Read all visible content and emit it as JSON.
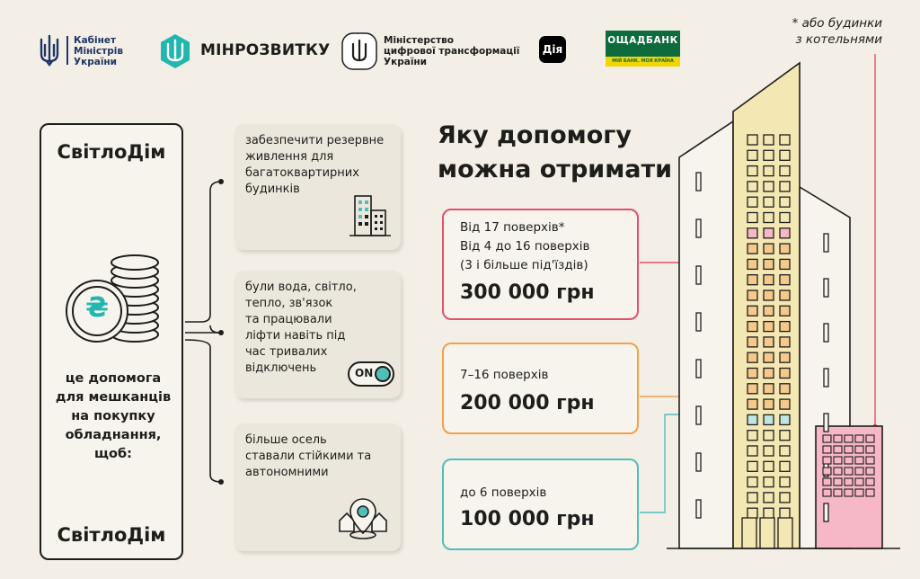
{
  "header": {
    "cabinet": {
      "line1": "Кабінет",
      "line2": "Міністрів",
      "line3": "України",
      "icon": "trident-icon"
    },
    "minrozvytku": {
      "label": "МІНРОЗВИТКУ",
      "icon": "trident-icon"
    },
    "mintsyfra": {
      "line1": "Міністерство",
      "line2": "цифрової трансформації",
      "line3": "України",
      "icon": "trident-icon"
    },
    "diia": {
      "label": "Дія"
    },
    "bank": {
      "name": "ОЩАДБАНК",
      "slogan": "МІЙ БАНК. МОЯ КРАЇНА"
    }
  },
  "footnote": {
    "line1": "* або будинки",
    "line2": "з котельнями"
  },
  "main_card": {
    "title": "СвітлоДім",
    "icon": "coins-hryvnia-icon",
    "currency_symbol": "₴",
    "desc1": "це допомога",
    "desc2": "для мешканців",
    "desc3": "на покупку",
    "desc4": "обладнання,",
    "desc5": "щоб:",
    "footer": "СвітлоДім"
  },
  "benefits": [
    {
      "l1": "забезпечити резервне",
      "l2": "живлення для",
      "l3": "багатоквартирних",
      "l4": "будинків",
      "icon": "buildings-icon"
    },
    {
      "l1": "були вода, світло,",
      "l2": "тепло, зв'язок",
      "l3": "та працювали",
      "l4": "ліфти навіть під",
      "l5": "час тривалих",
      "l6": "відключень",
      "toggle_label": "ON",
      "icon": "toggle-on-icon"
    },
    {
      "l1": "більше осель",
      "l2": "ставали стійкими та",
      "l3": "автономними",
      "icon": "location-houses-icon"
    }
  ],
  "headline": {
    "line1": "Яку допомогу",
    "line2": "можна отримати"
  },
  "tiers": [
    {
      "line1": "Від 17 поверхів*",
      "line2": "Від 4 до 16 поверхів",
      "line3": "(3 і більше під'їздів)",
      "amount": "300 000 грн",
      "color": "#e2506b"
    },
    {
      "line1": "7–16 поверхів",
      "amount": "200 000 грн",
      "color": "#f2a04a"
    },
    {
      "line1": "до 6 поверхів",
      "amount": "100 000 грн",
      "color": "#4fbfb8"
    }
  ],
  "colors": {
    "background": "#f3efe6",
    "building": "#f3e7b3",
    "window_highlight": "#f5c98c",
    "boiler": "#f6b8c6",
    "cabinet_blue": "#1f3566",
    "minrozvytku_teal": "#21b6b0",
    "bank_green": "#0d6b3e",
    "bank_yellow": "#f2d400"
  }
}
